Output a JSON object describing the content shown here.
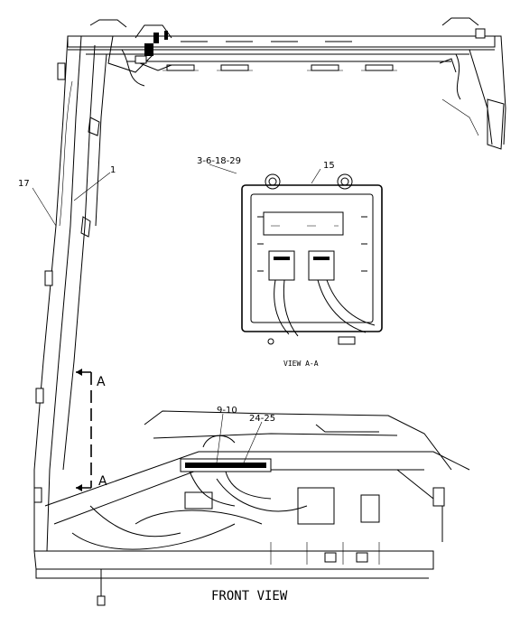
{
  "diagram": {
    "callouts": {
      "c17": "17",
      "c1": "1",
      "c15": "15",
      "c3": "3-6-18-29",
      "c9": "9-10",
      "c24": "24-25",
      "section_top": "A",
      "section_bottom": "A"
    },
    "view_label": "VIEW A-A",
    "caption": "FRONT VIEW"
  }
}
